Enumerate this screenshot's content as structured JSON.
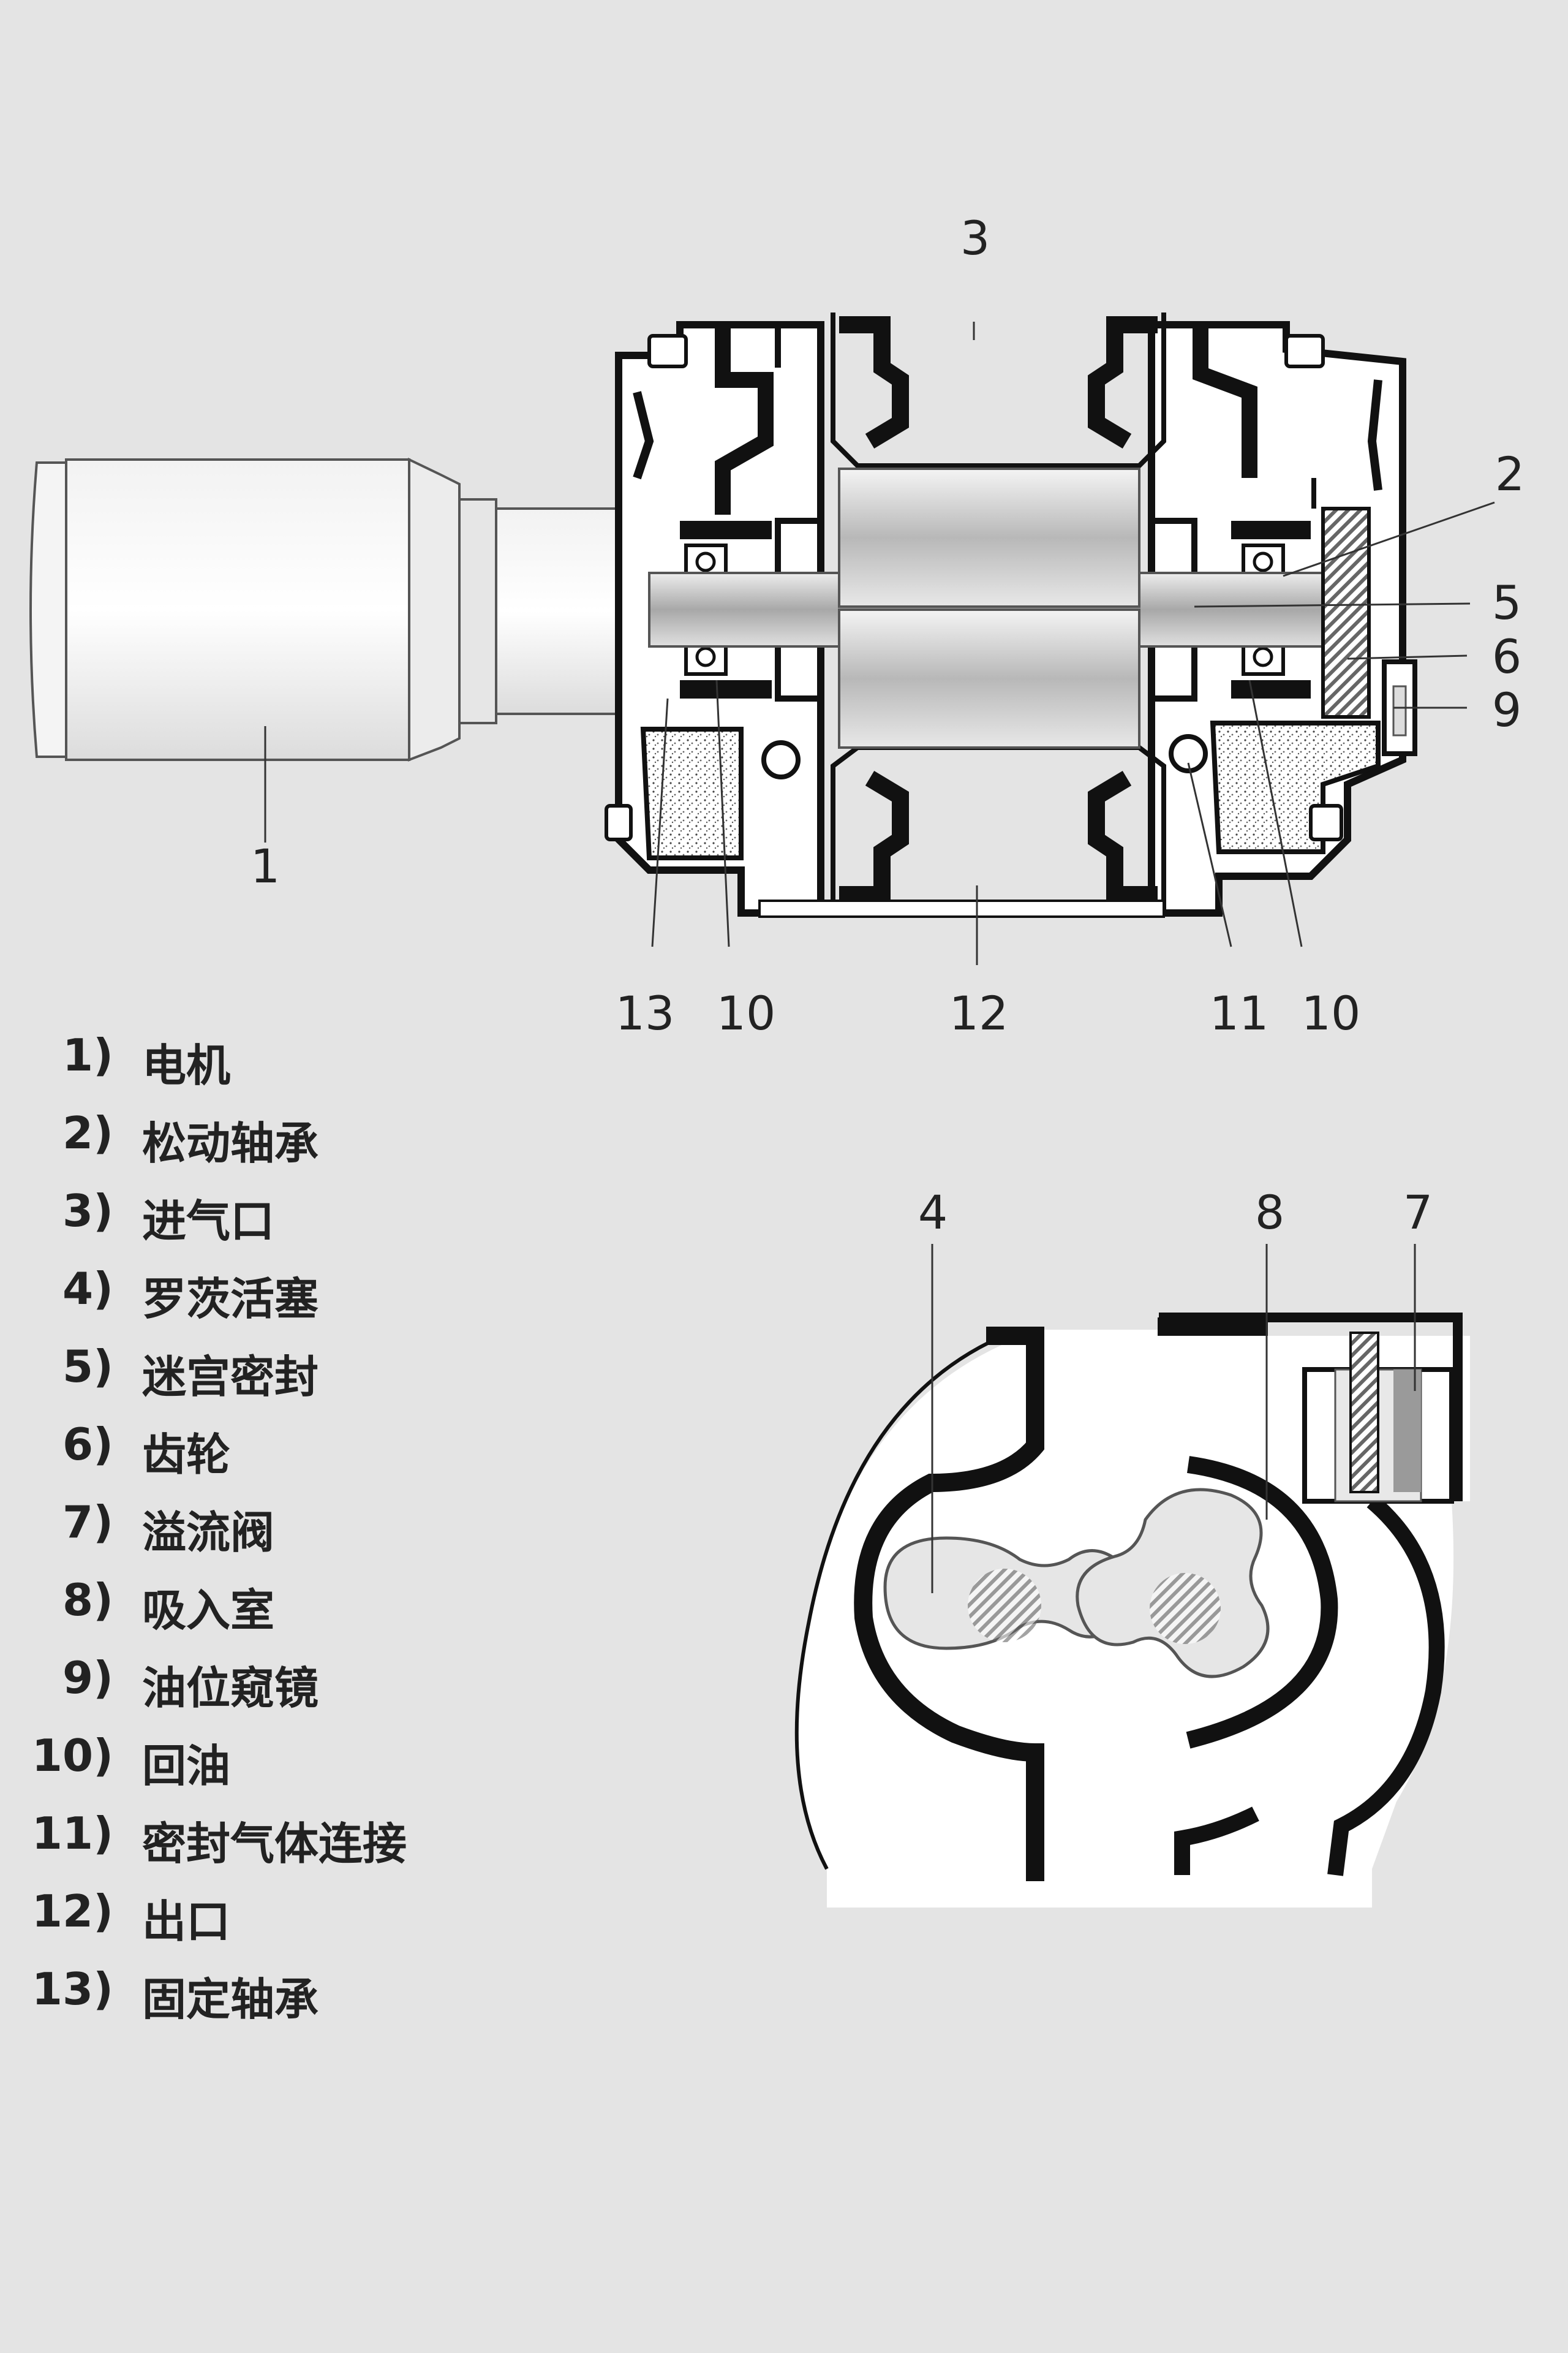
{
  "callouts": {
    "c1": "1",
    "c2": "2",
    "c3": "3",
    "c4": "4",
    "c5": "5",
    "c6": "6",
    "c7": "7",
    "c8": "8",
    "c9": "9",
    "c10a": "10",
    "c10b": "10",
    "c11": "11",
    "c12": "12",
    "c13": "13"
  },
  "legend": [
    {
      "num": "1)",
      "text": "电机"
    },
    {
      "num": "2)",
      "text": "松动轴承"
    },
    {
      "num": "3)",
      "text": "进气口"
    },
    {
      "num": "4)",
      "text": "罗茨活塞"
    },
    {
      "num": "5)",
      "text": "迷宫密封"
    },
    {
      "num": "6)",
      "text": "齿轮"
    },
    {
      "num": "7)",
      "text": "溢流阀"
    },
    {
      "num": "8)",
      "text": "吸入室"
    },
    {
      "num": "9)",
      "text": "油位窥镜"
    },
    {
      "num": "10)",
      "text": "回油"
    },
    {
      "num": "11)",
      "text": "密封气体连接"
    },
    {
      "num": "12)",
      "text": "出口"
    },
    {
      "num": "13)",
      "text": "固定轴承"
    }
  ],
  "colors": {
    "background": "#e4e4e4",
    "outline": "#111111",
    "fill_white": "#ffffff",
    "rotor_gray": "#c8c8c8"
  }
}
